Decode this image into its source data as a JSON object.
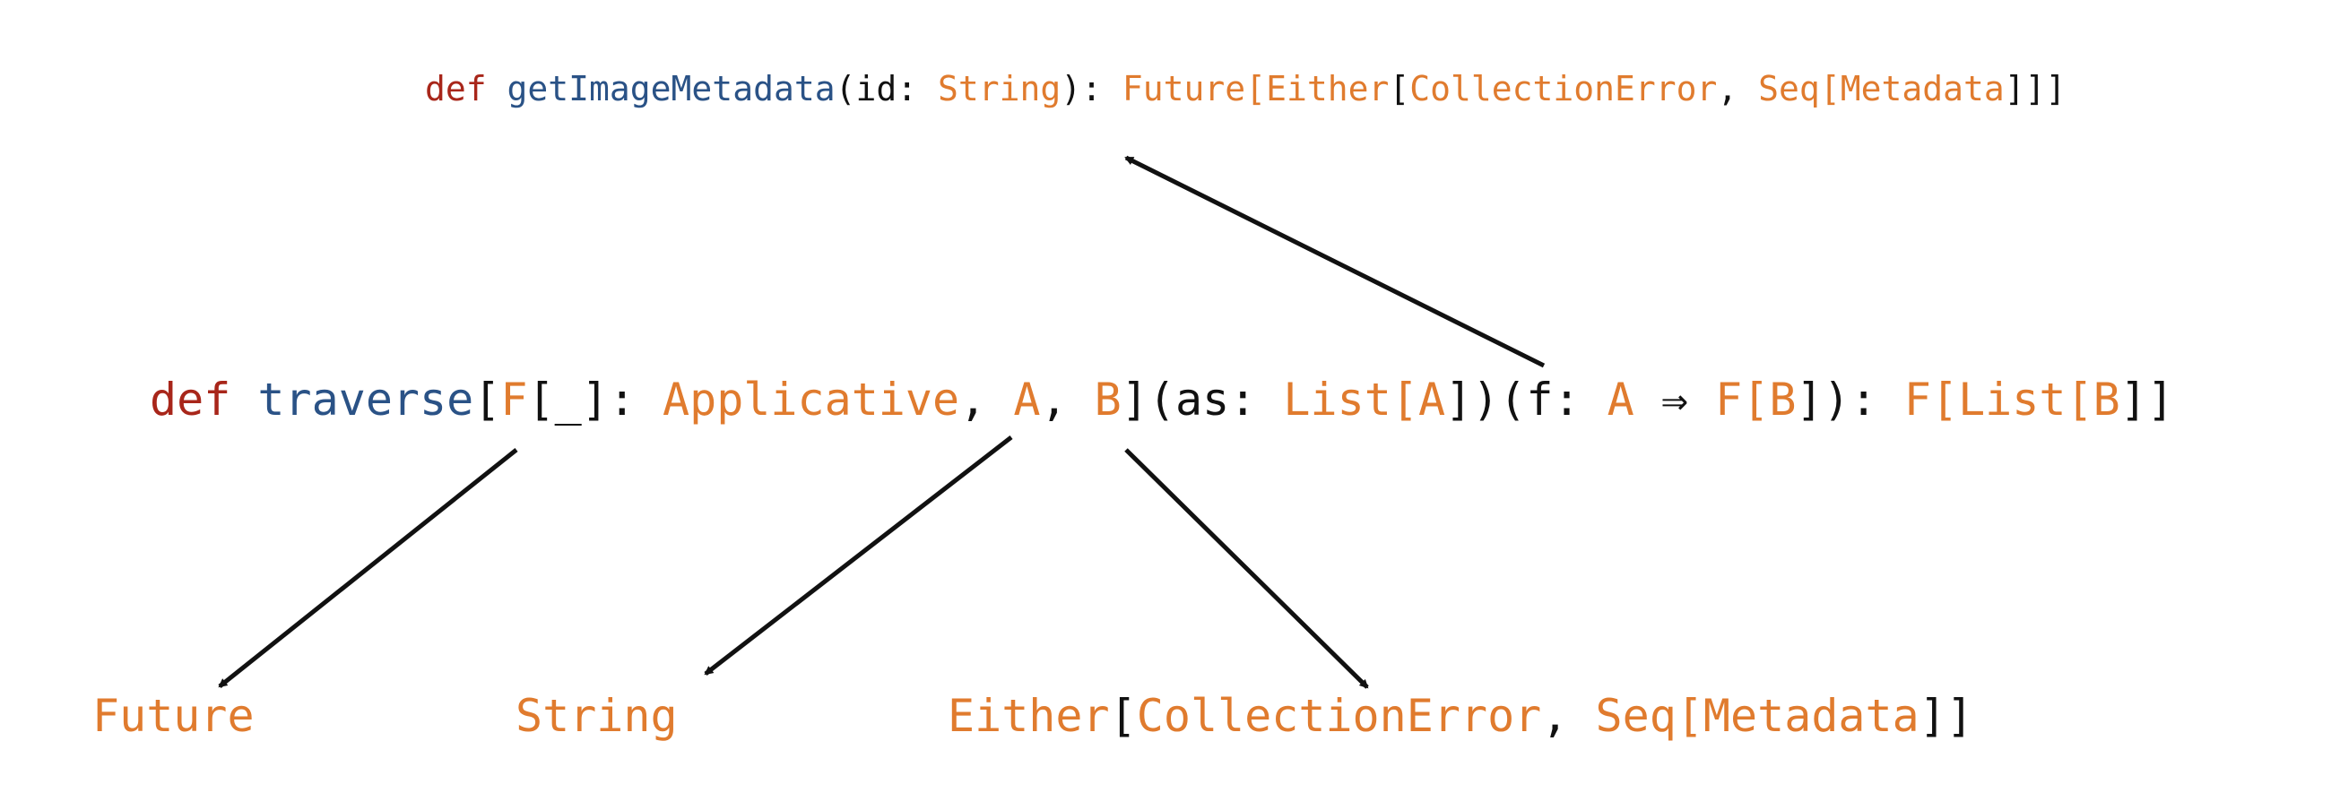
{
  "top_signature": {
    "kw": "def",
    "name": "getImageMetadata",
    "p1": "(id: ",
    "t_string": "String",
    "p2": "): ",
    "t_future": "Future",
    "b1": "[",
    "t_either": "Either",
    "b2": "[",
    "t_collection_error": "CollectionError",
    "comma": ", ",
    "t_seq": "Seq",
    "b3": "[",
    "t_metadata": "Metadata",
    "close": "]]]"
  },
  "traverse_signature": {
    "kw": "def",
    "name": "traverse",
    "b1": "[",
    "t_f": "F",
    "p1": "[_]: ",
    "t_applicative": "Applicative",
    "c1": ", ",
    "t_a": "A",
    "c2": ", ",
    "t_b": "B",
    "p2": "](as: ",
    "t_list": "List",
    "b2": "[",
    "t_a2": "A",
    "p3": "])(f: ",
    "t_a3": "A",
    "arrow": " ⇒ ",
    "t_f2": "F",
    "b3": "[",
    "t_b2": "B",
    "p4": "]): ",
    "t_f3": "F",
    "b4": "[",
    "t_list2": "List",
    "b5": "[",
    "t_b3": "B",
    "close": "]]"
  },
  "instantiations": {
    "future": "Future",
    "string": "String",
    "either": {
      "t_either": "Either",
      "b1": "[",
      "t_collection_error": "CollectionError",
      "comma": ", ",
      "t_seq": "Seq",
      "b2": "[",
      "t_metadata": "Metadata",
      "close": "]]"
    }
  },
  "colors": {
    "keyword": "#a8261a",
    "function": "#2a5286",
    "type": "#e07b2e",
    "plain": "#111111",
    "arrow": "#111111"
  }
}
